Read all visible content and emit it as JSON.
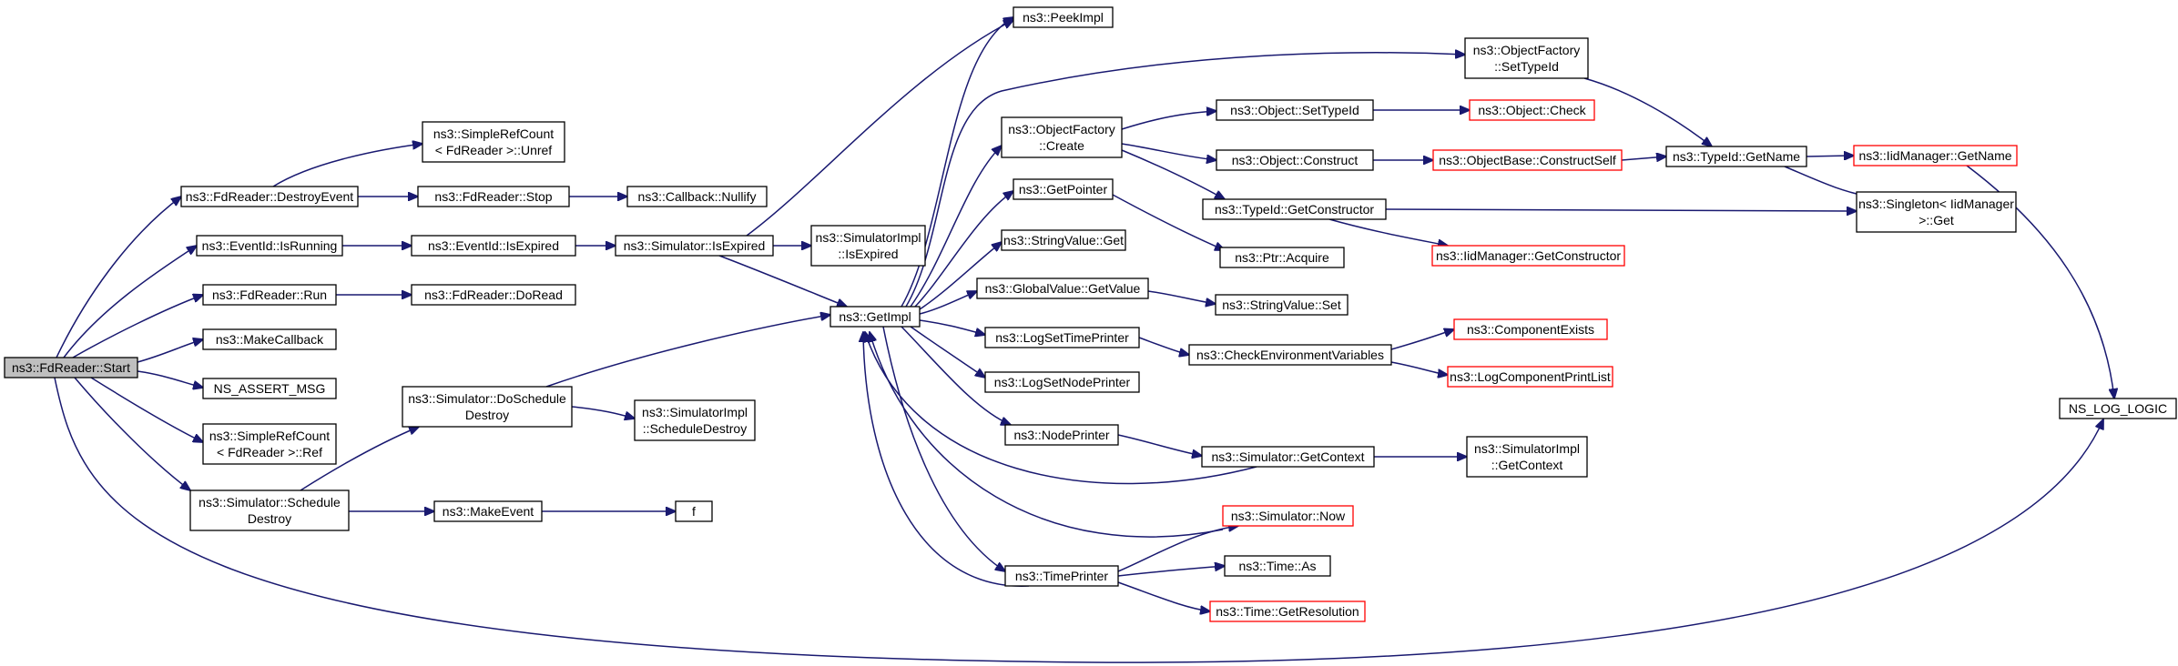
{
  "colors": {
    "edge": "#191970",
    "node_border": "#000000",
    "incomplete_border": "#ff0000",
    "root_fill": "#bfbfbf",
    "background": "#ffffff"
  },
  "nodes": {
    "start": {
      "lines": [
        "ns3::FdReader::Start"
      ]
    },
    "destroyEvent": {
      "lines": [
        "ns3::FdReader::DestroyEvent"
      ]
    },
    "isRunning": {
      "lines": [
        "ns3::EventId::IsRunning"
      ]
    },
    "run": {
      "lines": [
        "ns3::FdReader::Run"
      ]
    },
    "makeCallback": {
      "lines": [
        "ns3::MakeCallback"
      ]
    },
    "assertMsg": {
      "lines": [
        "NS_ASSERT_MSG"
      ]
    },
    "refCountRef": {
      "lines": [
        "ns3::SimpleRefCount",
        "< FdReader >::Ref"
      ]
    },
    "schedDestroy": {
      "lines": [
        "ns3::Simulator::Schedule",
        "Destroy"
      ]
    },
    "refCountUnref": {
      "lines": [
        "ns3::SimpleRefCount",
        "< FdReader >::Unref"
      ]
    },
    "stop": {
      "lines": [
        "ns3::FdReader::Stop"
      ]
    },
    "isExpiredE": {
      "lines": [
        "ns3::EventId::IsExpired"
      ]
    },
    "doRead": {
      "lines": [
        "ns3::FdReader::DoRead"
      ]
    },
    "doSchedDestroy": {
      "lines": [
        "ns3::Simulator::DoSchedule",
        "Destroy"
      ]
    },
    "makeEvent": {
      "lines": [
        "ns3::MakeEvent"
      ]
    },
    "nullify": {
      "lines": [
        "ns3::Callback::Nullify"
      ]
    },
    "simIsExpired": {
      "lines": [
        "ns3::Simulator::IsExpired"
      ]
    },
    "implSchedDestroy": {
      "lines": [
        "ns3::SimulatorImpl",
        "::ScheduleDestroy"
      ]
    },
    "f": {
      "lines": [
        "f"
      ]
    },
    "implIsExpired": {
      "lines": [
        "ns3::SimulatorImpl",
        "::IsExpired"
      ]
    },
    "getImpl": {
      "lines": [
        "ns3::GetImpl"
      ]
    },
    "peekImpl": {
      "lines": [
        "ns3::PeekImpl"
      ]
    },
    "ofCreate": {
      "lines": [
        "ns3::ObjectFactory",
        "::Create"
      ]
    },
    "getPointer": {
      "lines": [
        "ns3::GetPointer"
      ]
    },
    "strValGet": {
      "lines": [
        "ns3::StringValue::Get"
      ]
    },
    "gvGetValue": {
      "lines": [
        "ns3::GlobalValue::GetValue"
      ]
    },
    "logSetTime": {
      "lines": [
        "ns3::LogSetTimePrinter"
      ]
    },
    "logSetNode": {
      "lines": [
        "ns3::LogSetNodePrinter"
      ]
    },
    "nodePrinter": {
      "lines": [
        "ns3::NodePrinter"
      ]
    },
    "timePrinter": {
      "lines": [
        "ns3::TimePrinter"
      ]
    },
    "objSetTypeId": {
      "lines": [
        "ns3::Object::SetTypeId"
      ]
    },
    "objConstruct": {
      "lines": [
        "ns3::Object::Construct"
      ]
    },
    "typeIdGetCons": {
      "lines": [
        "ns3::TypeId::GetConstructor"
      ]
    },
    "ptrAcquire": {
      "lines": [
        "ns3::Ptr::Acquire"
      ]
    },
    "strValSet": {
      "lines": [
        "ns3::StringValue::Set"
      ]
    },
    "checkEnv": {
      "lines": [
        "ns3::CheckEnvironmentVariables"
      ]
    },
    "simGetContext": {
      "lines": [
        "ns3::Simulator::GetContext"
      ]
    },
    "simNow": {
      "lines": [
        "ns3::Simulator::Now"
      ]
    },
    "timeAs": {
      "lines": [
        "ns3::Time::As"
      ]
    },
    "timeGetRes": {
      "lines": [
        "ns3::Time::GetResolution"
      ]
    },
    "ofSetTypeId": {
      "lines": [
        "ns3::ObjectFactory",
        "::SetTypeId"
      ]
    },
    "objCheck": {
      "lines": [
        "ns3::Object::Check"
      ]
    },
    "constructSelf": {
      "lines": [
        "ns3::ObjectBase::ConstructSelf"
      ]
    },
    "iidGetCons": {
      "lines": [
        "ns3::IidManager::GetConstructor"
      ]
    },
    "compExists": {
      "lines": [
        "ns3::ComponentExists"
      ]
    },
    "logCompPrint": {
      "lines": [
        "ns3::LogComponentPrintList"
      ]
    },
    "implGetContext": {
      "lines": [
        "ns3::SimulatorImpl",
        "::GetContext"
      ]
    },
    "typeIdGetName": {
      "lines": [
        "ns3::TypeId::GetName"
      ]
    },
    "iidGetName": {
      "lines": [
        "ns3::IidManager::GetName"
      ]
    },
    "singletonGet": {
      "lines": [
        "ns3::Singleton< IidManager",
        ">::Get"
      ]
    },
    "logLogic": {
      "lines": [
        "NS_LOG_LOGIC"
      ]
    }
  }
}
